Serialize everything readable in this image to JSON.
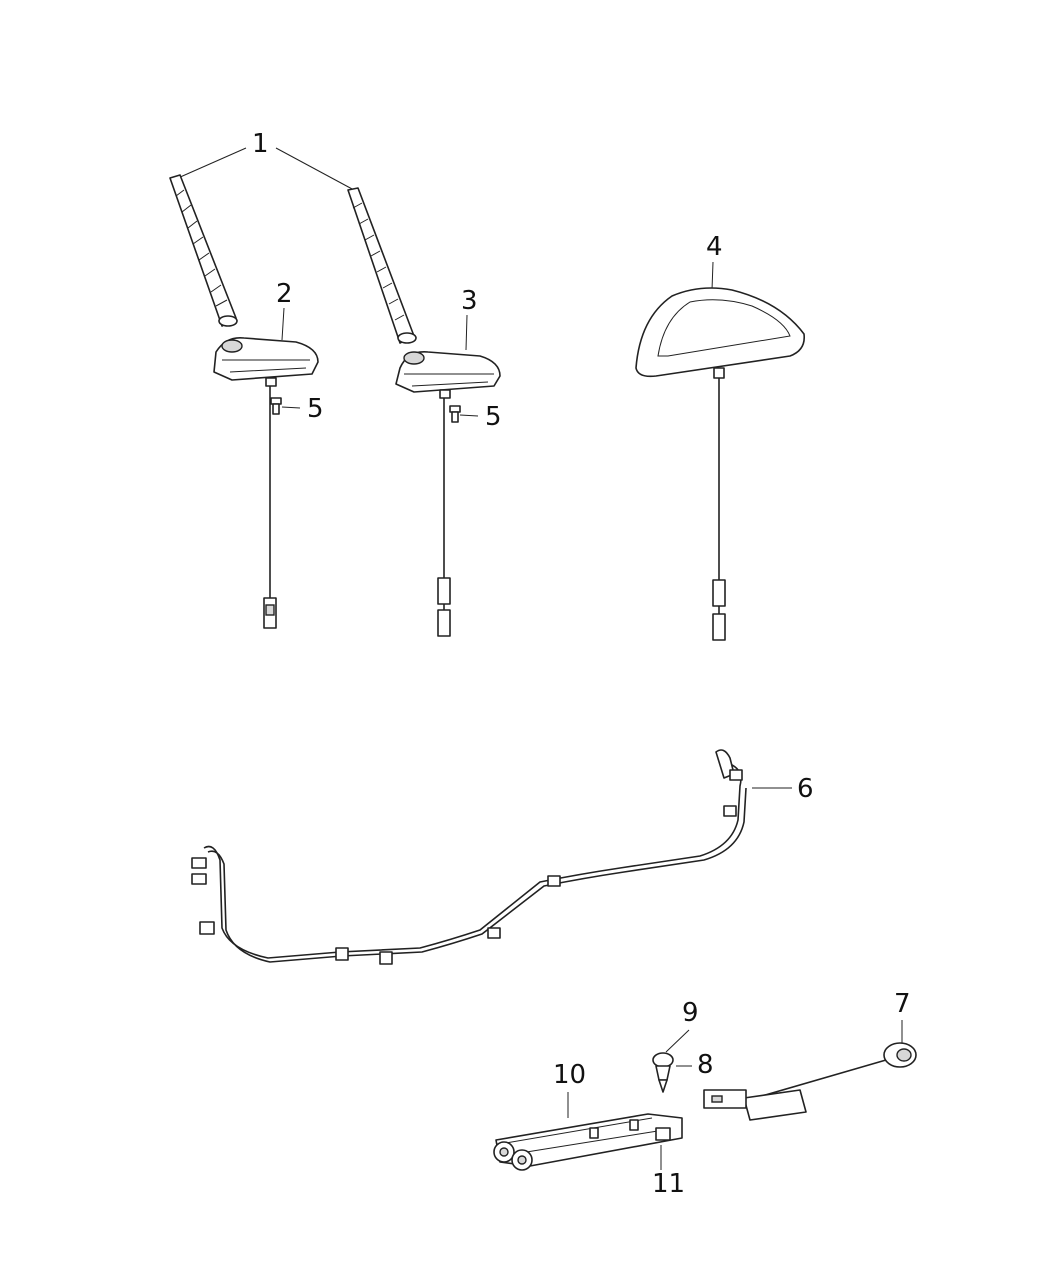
{
  "callouts": {
    "c1": "1",
    "c2": "2",
    "c3": "3",
    "c4": "4",
    "c5a": "5",
    "c5b": "5",
    "c6": "6",
    "c7": "7",
    "c8": "8",
    "c9": "9",
    "c10": "10",
    "c11": "11"
  }
}
